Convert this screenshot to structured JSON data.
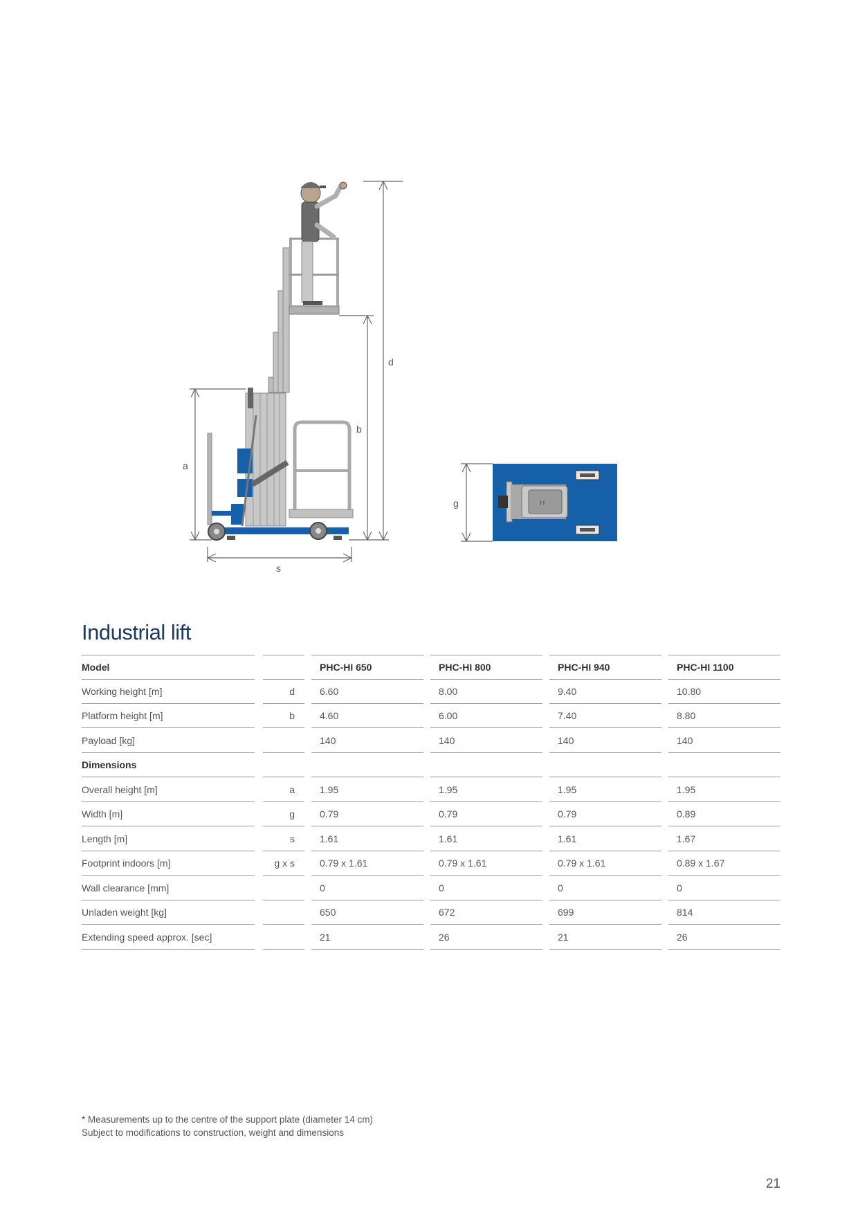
{
  "diagram": {
    "labels": {
      "a": "a",
      "b": "b",
      "d": "d",
      "s": "s",
      "g": "g"
    },
    "colors": {
      "blue": "#1560a8",
      "gray": "#b8b8b8",
      "dark_gray": "#777777",
      "dimension_line": "#666666"
    }
  },
  "title": "Industrial lift",
  "table": {
    "header": {
      "label": "Model",
      "symbol": "",
      "values": [
        "PHC-HI 650",
        "PHC-HI 800",
        "PHC-HI 940",
        "PHC-HI 1100"
      ]
    },
    "rows": [
      {
        "label": "Working height [m]",
        "symbol": "d",
        "values": [
          "6.60",
          "8.00",
          "9.40",
          "10.80"
        ]
      },
      {
        "label": "Platform height [m]",
        "symbol": "b",
        "values": [
          "4.60",
          "6.00",
          "7.40",
          "8.80"
        ]
      },
      {
        "label": "Payload [kg]",
        "symbol": "",
        "values": [
          "140",
          "140",
          "140",
          "140"
        ]
      },
      {
        "label": "Dimensions",
        "symbol": "",
        "values": [
          "",
          "",
          "",
          ""
        ],
        "section": true
      },
      {
        "label": "Overall height [m]",
        "symbol": "a",
        "values": [
          "1.95",
          "1.95",
          "1.95",
          "1.95"
        ]
      },
      {
        "label": "Width [m]",
        "symbol": "g",
        "values": [
          "0.79",
          "0.79",
          "0.79",
          "0.89"
        ]
      },
      {
        "label": "Length [m]",
        "symbol": "s",
        "values": [
          "1.61",
          "1.61",
          "1.61",
          "1.67"
        ]
      },
      {
        "label": "Footprint indoors [m]",
        "symbol": "g x s",
        "values": [
          "0.79 x 1.61",
          "0.79 x 1.61",
          "0.79 x 1.61",
          "0.89 x 1.67"
        ]
      },
      {
        "label": "Wall clearance [mm]",
        "symbol": "",
        "values": [
          "0",
          "0",
          "0",
          "0"
        ]
      },
      {
        "label": "Unladen weight [kg]",
        "symbol": "",
        "values": [
          "650",
          "672",
          "699",
          "814"
        ]
      },
      {
        "label": "Extending speed approx. [sec]",
        "symbol": "",
        "values": [
          "21",
          "26",
          "21",
          "26"
        ]
      }
    ]
  },
  "footnote": {
    "line1": "* Measurements up to the centre of the support plate (diameter 14 cm)",
    "line2": "Subject to modifications to construction, weight and dimensions"
  },
  "page_number": "21"
}
